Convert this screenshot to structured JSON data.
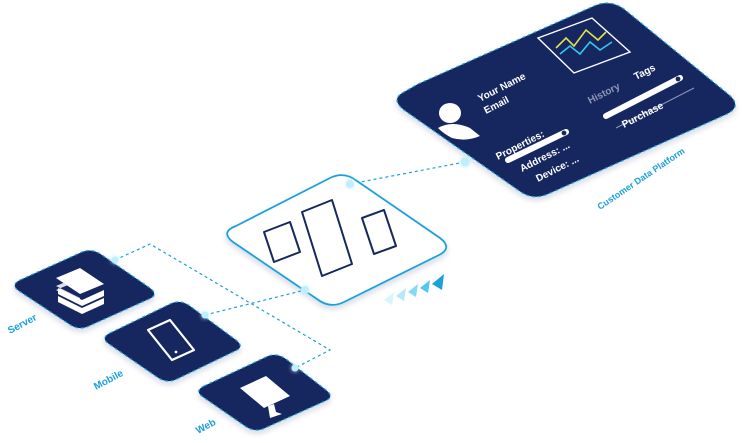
{
  "sources": {
    "server": "Server",
    "mobile": "Mobile",
    "web": "Web"
  },
  "cdp": {
    "label": "Customer Data Platform",
    "profile": {
      "name": "Your Name",
      "email": "Email"
    },
    "fields": {
      "properties": "Properties:",
      "address": "Address: ...",
      "device": "Device: ..."
    },
    "tabs": {
      "history": "History",
      "tags": "Tags"
    },
    "purchase": "Purchase"
  },
  "colors": {
    "navy": "#17285e",
    "accent": "#1aa0dc",
    "chart_yellow": "#e2e24a",
    "chart_cyan": "#36c8f0",
    "muted": "#8f97b8"
  },
  "icons": {
    "server": "server-rack-icon",
    "mobile": "smartphone-icon",
    "web": "desktop-monitor-icon",
    "hub": "segment-logo-icon",
    "avatar": "user-avatar-icon",
    "chart": "line-chart-icon",
    "flow": "triangle-arrows-icon"
  }
}
